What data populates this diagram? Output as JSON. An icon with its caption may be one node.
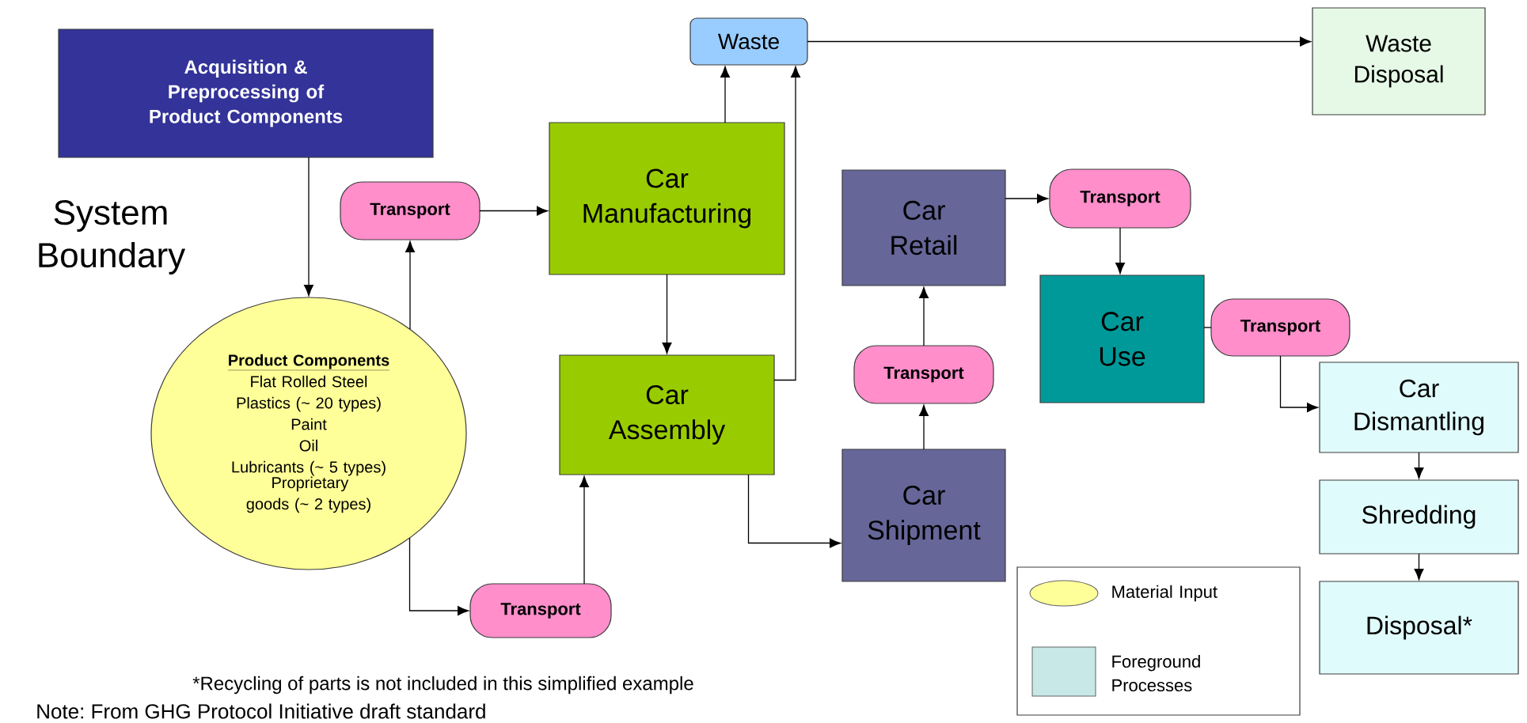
{
  "diagram": {
    "nodes": [
      {
        "text": [
          "Acquisition & Preprocessing of Product Components"
        ]
      },
      {
        "text": [
          "Waste"
        ]
      },
      {
        "text": [
          "Waste Disposal"
        ]
      },
      {
        "text": [
          "Transport"
        ]
      },
      {
        "text": [
          "Car Manufacturing"
        ]
      },
      {
        "text": [
          "Car Retail"
        ]
      },
      {
        "text": [
          "Transport"
        ]
      },
      {
        "text": [
          "Car Use"
        ]
      },
      {
        "text": [
          "Transport"
        ]
      },
      {
        "text": [
          "Product Components",
          "Flat Rolled Steel",
          "Plastics (~ 20 types)",
          "Paint",
          "Oil",
          "Lubricants (~ 5 types)",
          "Proprietary goods (~ 2 types)"
        ]
      },
      {
        "text": [
          "Transport"
        ]
      },
      {
        "text": [
          "Car Assembly"
        ]
      },
      {
        "text": [
          "Car Dismantling"
        ]
      },
      {
        "text": [
          "Car Shipment"
        ]
      },
      {
        "text": [
          "Shredding"
        ]
      },
      {
        "text": [
          "Transport"
        ]
      },
      {
        "text": [
          "Disposal*"
        ]
      }
    ],
    "edges": [
      {
        "from": 0,
        "to": 9,
        "arrow": "to"
      },
      {
        "from": 9,
        "to": 3,
        "arrow": "to"
      },
      {
        "from": 3,
        "to": 4,
        "arrow": "to"
      },
      {
        "from": 4,
        "to": 1,
        "arrow": "to"
      },
      {
        "from": 4,
        "to": 11,
        "arrow": "to"
      },
      {
        "from": 11,
        "to": 1,
        "arrow": "to"
      },
      {
        "from": 1,
        "to": 2,
        "arrow": "to"
      },
      {
        "from": 9,
        "to": 15,
        "arrow": "to"
      },
      {
        "from": 15,
        "to": 11,
        "arrow": "to"
      },
      {
        "from": 11,
        "to": 13,
        "arrow": "to"
      },
      {
        "from": 13,
        "to": 10,
        "arrow": "to"
      },
      {
        "from": 10,
        "to": 5,
        "arrow": "to"
      },
      {
        "from": 5,
        "to": 6,
        "arrow": "to"
      },
      {
        "from": 6,
        "to": 7,
        "arrow": "to"
      },
      {
        "from": 7,
        "to": 8,
        "arrow": "none"
      },
      {
        "from": 8,
        "to": 12,
        "arrow": "to"
      },
      {
        "from": 12,
        "to": 14,
        "arrow": "to"
      },
      {
        "from": 14,
        "to": 16,
        "arrow": "to"
      }
    ],
    "labels": [
      "System Boundary",
      "*Recycling of parts is not included in this simplified example",
      "Note: From GHG Protocol Initiative draft standard"
    ],
    "legend": [
      {
        "text": "Material Input",
        "color": "#ffff99"
      },
      {
        "text": "Foreground Processes",
        "color": "#c8e8e8"
      }
    ]
  }
}
